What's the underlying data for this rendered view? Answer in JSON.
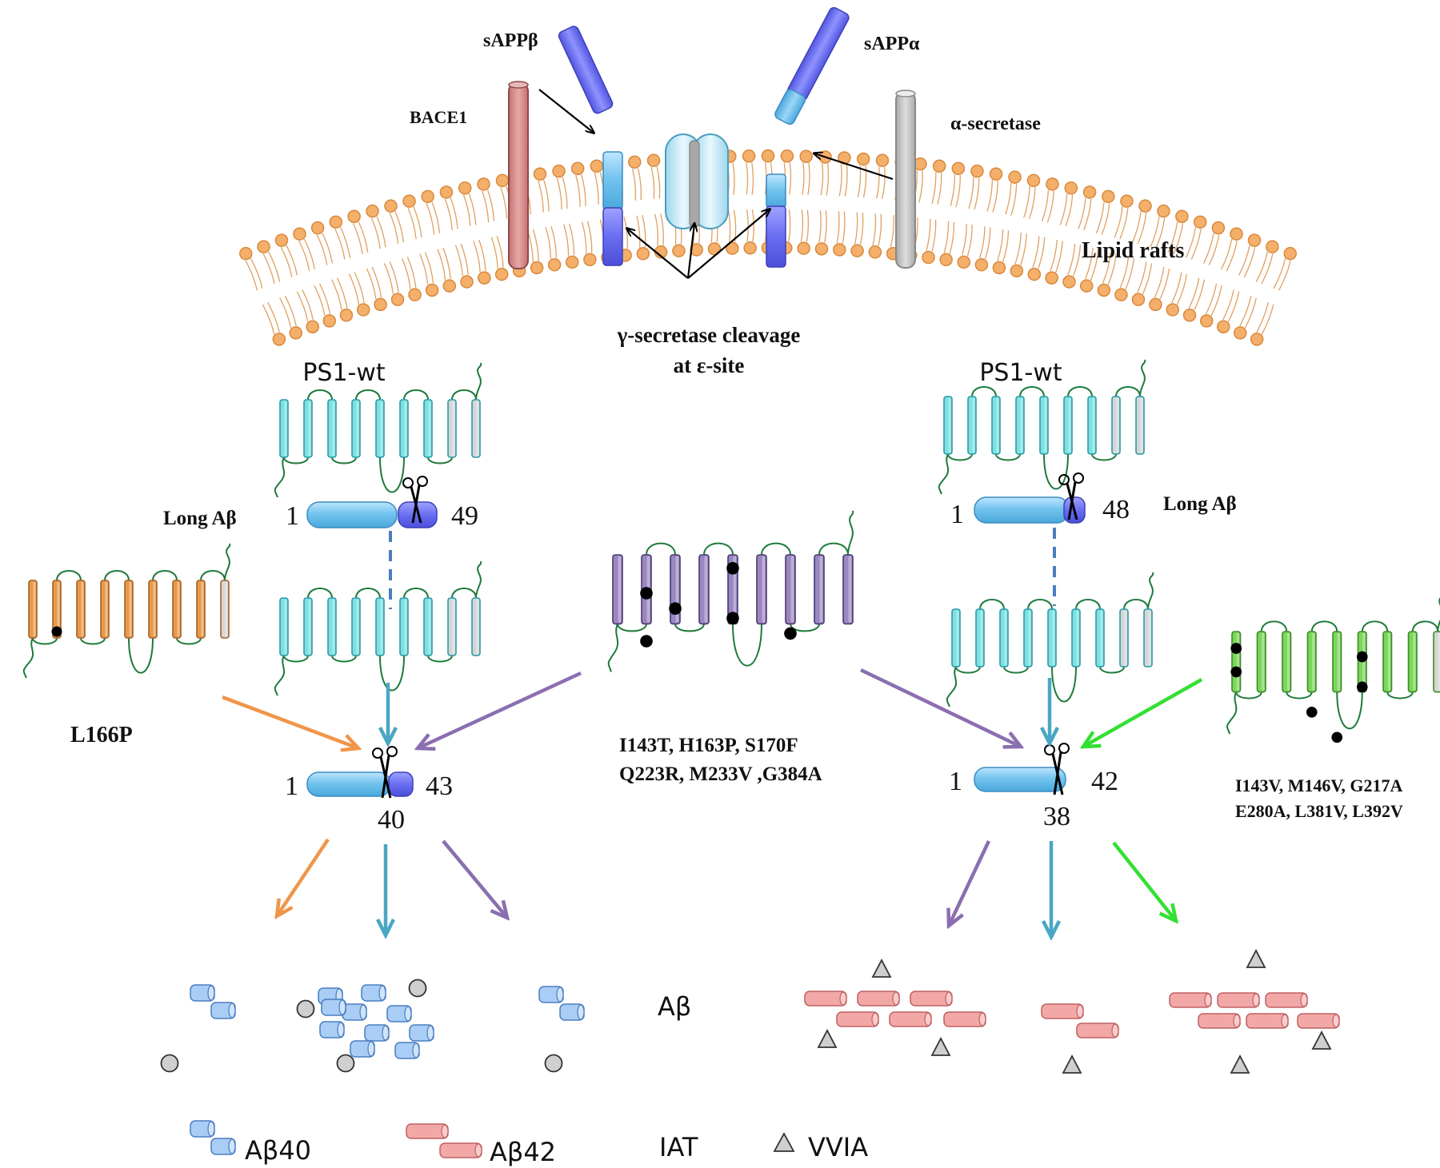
{
  "labels": {
    "sappb": "sAPPβ",
    "sappa": "sAPPα",
    "bace1": "BACE1",
    "alpha_secretase": "α-secretase",
    "lipid_rafts": "Lipid rafts",
    "gamma_line1": "γ-secretase cleavage",
    "gamma_line2": "at ε-site",
    "ps1_wt_left": "PS1-wt",
    "ps1_wt_right": "PS1-wt",
    "long_ab_left": "Long Aβ",
    "long_ab_right": "Long Aβ",
    "l166p": "L166P",
    "purple_mut_line1": "I143T, H163P, S170F",
    "purple_mut_line2": "Q223R, M233V ,G384A",
    "green_mut_line1": "I143V, M146V, G217A",
    "green_mut_line2": "E280A, L381V, L392V",
    "ab_center": "Aβ"
  },
  "peptides": {
    "left_long_start": "1",
    "left_long_end": "49",
    "left_short_start": "1",
    "left_short_end": "43",
    "left_short_cut": "40",
    "right_long_start": "1",
    "right_long_end": "48",
    "right_short_start": "1",
    "right_short_end": "42",
    "right_short_cut": "38"
  },
  "legend": {
    "ab40": "Aβ40",
    "ab42": "Aβ42",
    "iat": "IAT",
    "vvia": "VVIA"
  },
  "colors": {
    "lipid_head": "#f4b06a",
    "lipid_head_stroke": "#d9883c",
    "bace1": "#d48a8a",
    "alpha_secretase": "#c8c8c8",
    "sapp_dark": "#6a6ef2",
    "sapp_light": "#74c4ee",
    "ps1_wt": "#7fe0e0",
    "l166p": "#e89a4a",
    "purple_mutant": "#9a86c0",
    "green_mutant": "#7cd65a",
    "arrow_teal": "#4aa6c4",
    "arrow_orange": "#f0954a",
    "arrow_purple": "#8a6fb0",
    "arrow_green": "#33e033",
    "ab40_fill": "#a9cdf5",
    "ab42_fill": "#f3a8a8",
    "iat_fill": "#cfcfcf"
  }
}
